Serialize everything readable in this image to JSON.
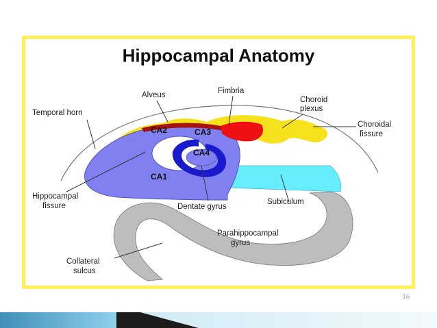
{
  "slide": {
    "title": "Hippocampal Anatomy",
    "page_number": "16"
  },
  "diagram": {
    "labels": {
      "temporal_horn": "Temporal horn",
      "alveus": "Alveus",
      "fimbria": "Fimbria",
      "choroid_plexus_1": "Choroid",
      "choroid_plexus_2": "plexus",
      "choroidal_fissure_1": "Choroidal",
      "choroidal_fissure_2": "fissure",
      "hippocampal_fissure_1": "Hippocampal",
      "hippocampal_fissure_2": "fissure",
      "dentate_gyrus": "Dentate gyrus",
      "subiculum": "Subiculum",
      "parahippocampal_gyrus_1": "Parahippocampal",
      "parahippocampal_gyrus_2": "gyrus",
      "collateral_sulcus_1": "Collateral",
      "collateral_sulcus_2": "sulcus"
    },
    "regions": {
      "ca1": "CA1",
      "ca2": "CA2",
      "ca3": "CA3",
      "ca4": "CA4"
    },
    "colors": {
      "ca_fields": "#8080f0",
      "dentate": "#1a1acc",
      "fimbria": "#ee1111",
      "choroid": "#f5e21c",
      "subiculum": "#66eeff",
      "parahippocampal": "#bdbdbd",
      "frame": "#ffef5a"
    }
  }
}
